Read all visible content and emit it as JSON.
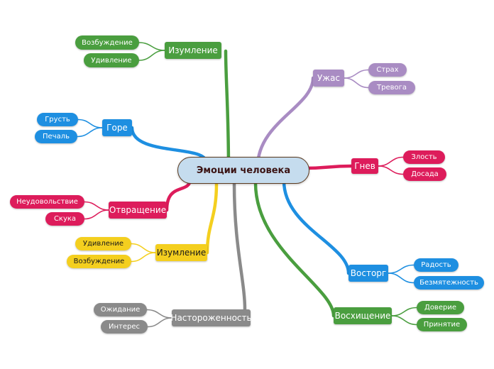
{
  "center": {
    "label": "Эмоции человека"
  },
  "colors": {
    "green": "#4a9e3f",
    "purple": "#a98cc3",
    "crimson": "#dd1c5b",
    "blue": "#1e8fe1",
    "yellow": "#f4cf1f",
    "gray": "#8a8a8a"
  },
  "branches": [
    {
      "label": "Изумление",
      "color": "#4a9e3f",
      "leaves": [
        "Возбуждение",
        "Удивление"
      ]
    },
    {
      "label": "Ужас",
      "color": "#a98cc3",
      "leaves": [
        "Страх",
        "Тревога"
      ]
    },
    {
      "label": "Горе",
      "color": "#1e8fe1",
      "leaves": [
        "Грусть",
        "Печаль"
      ]
    },
    {
      "label": "Гнев",
      "color": "#dd1c5b",
      "leaves": [
        "Злость",
        "Досада"
      ]
    },
    {
      "label": "Отвращение",
      "color": "#dd1c5b",
      "leaves": [
        "Неудовольствие",
        "Скука"
      ]
    },
    {
      "label": "Изумление",
      "color": "#f4cf1f",
      "leaves": [
        "Удивление",
        "Возбуждение"
      ]
    },
    {
      "label": "Восторг",
      "color": "#1e8fe1",
      "leaves": [
        "Радость",
        "Безмятежность"
      ]
    },
    {
      "label": "Восхищение",
      "color": "#4a9e3f",
      "leaves": [
        "Доверие",
        "Принятие"
      ]
    },
    {
      "label": "Настороженность",
      "color": "#8a8a8a",
      "leaves": [
        "Ожидание",
        "Интерес"
      ]
    }
  ]
}
